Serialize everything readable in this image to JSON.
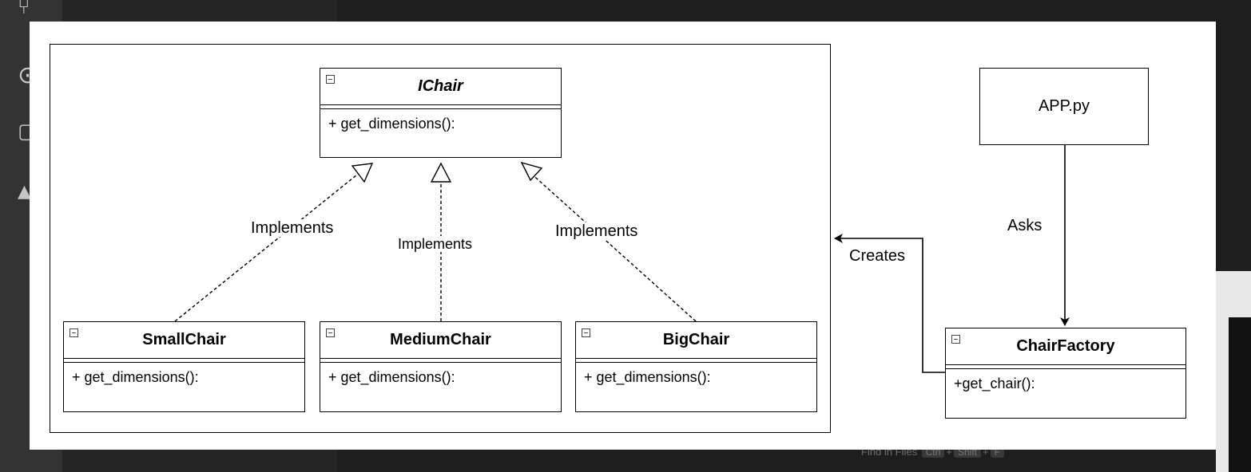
{
  "diagram": {
    "interface": {
      "name": "IChair",
      "method": "+ get_dimensions():"
    },
    "classes": [
      {
        "name": "SmallChair",
        "method": "+ get_dimensions():"
      },
      {
        "name": "MediumChair",
        "method": "+ get_dimensions():"
      },
      {
        "name": "BigChair",
        "method": "+ get_dimensions():"
      }
    ],
    "app": {
      "name": "APP.py"
    },
    "factory": {
      "name": "ChairFactory",
      "method": "+get_chair():"
    },
    "edges": {
      "implements_left": "Implements",
      "implements_middle": "Implements",
      "implements_right": "Implements",
      "asks": "Asks",
      "creates": "Creates"
    }
  },
  "background": {
    "find_hint_text": "Find in Files",
    "find_hint_keys": [
      "Ctrl",
      "Shift",
      "F"
    ]
  }
}
